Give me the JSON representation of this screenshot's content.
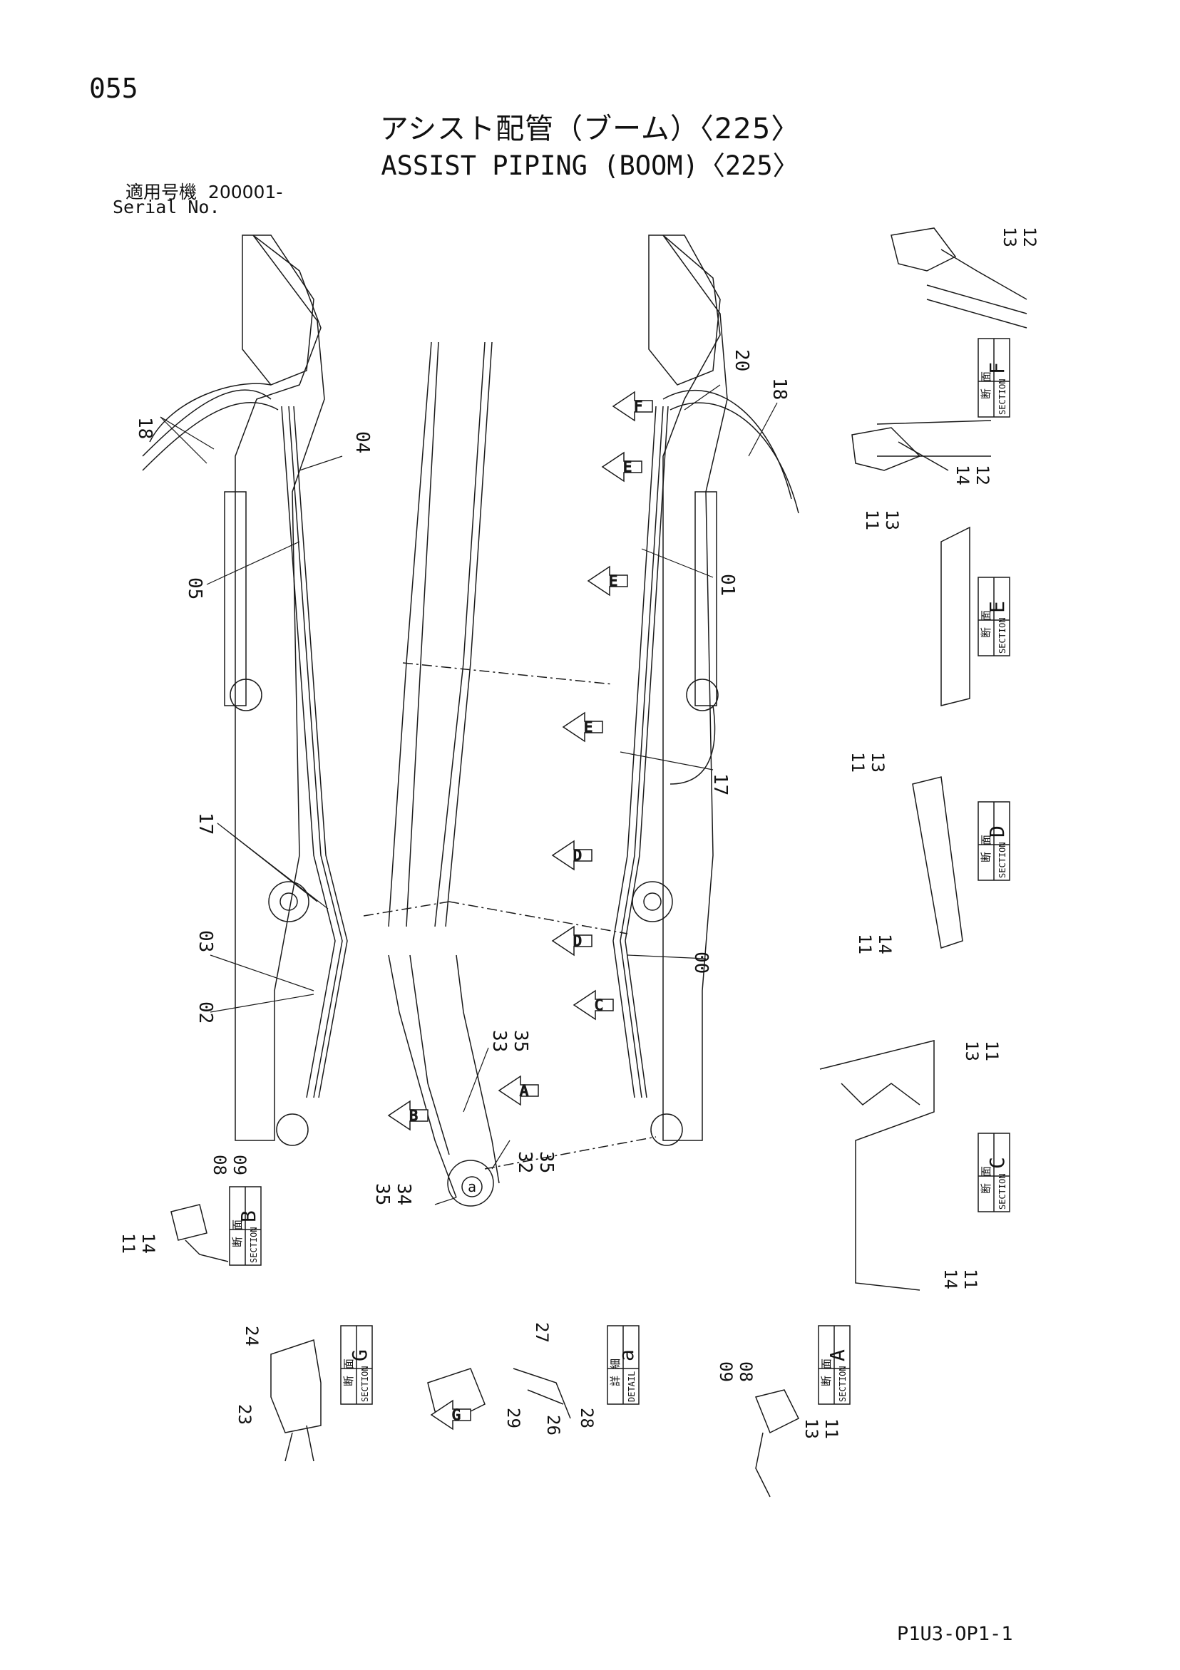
{
  "page": {
    "number": "055",
    "title_jp": "アシスト配管（ブーム）〈225〉",
    "title_en": "ASSIST PIPING (BOOM)〈225〉",
    "serial_label_jp": "適用号機",
    "serial_value": "200001-",
    "serial_label_en": "Serial No.",
    "drawing_code": "P1U3-OP1-1"
  },
  "sections": [
    {
      "id": "F",
      "jp": "断 面",
      "en": "SECTION",
      "letter": "F",
      "parts": [
        "13",
        "12"
      ]
    },
    {
      "id": "E",
      "jp": "断 面",
      "en": "SECTION",
      "letter": "E",
      "parts": [
        "14",
        "12",
        "11",
        "13"
      ]
    },
    {
      "id": "D",
      "jp": "断 面",
      "en": "SECTION",
      "letter": "D",
      "parts": [
        "11",
        "13",
        "11",
        "14"
      ]
    },
    {
      "id": "C",
      "jp": "断 面",
      "en": "SECTION",
      "letter": "C",
      "parts": [
        "13",
        "11",
        "14",
        "11"
      ]
    },
    {
      "id": "B",
      "jp": "断 面",
      "en": "SECTION",
      "letter": "B",
      "parts": [
        "08",
        "09",
        "11",
        "14"
      ]
    },
    {
      "id": "G",
      "jp": "断 面",
      "en": "SECTION",
      "letter": "G",
      "parts": [
        "24",
        "23"
      ]
    },
    {
      "id": "a",
      "jp": "詳 細",
      "en": "DETAIL",
      "letter": "a",
      "parts": [
        "27",
        "29",
        "26",
        "28"
      ]
    },
    {
      "id": "A",
      "jp": "断 面",
      "en": "SECTION",
      "letter": "A",
      "parts": [
        "09",
        "08",
        "13",
        "11"
      ]
    }
  ],
  "callouts": {
    "left_boom": [
      "18",
      "04",
      "05",
      "17",
      "03",
      "02"
    ],
    "right_boom": [
      "20",
      "18",
      "01",
      "17",
      "00"
    ],
    "center": [
      "33",
      "35",
      "32",
      "35",
      "35",
      "34"
    ]
  },
  "view_arrows": [
    "F",
    "E",
    "E",
    "E",
    "D",
    "D",
    "C",
    "B",
    "A",
    "G"
  ],
  "detail_marker": "a",
  "colors": {
    "line": "#1a1a1a",
    "paper": "#ffffff"
  }
}
